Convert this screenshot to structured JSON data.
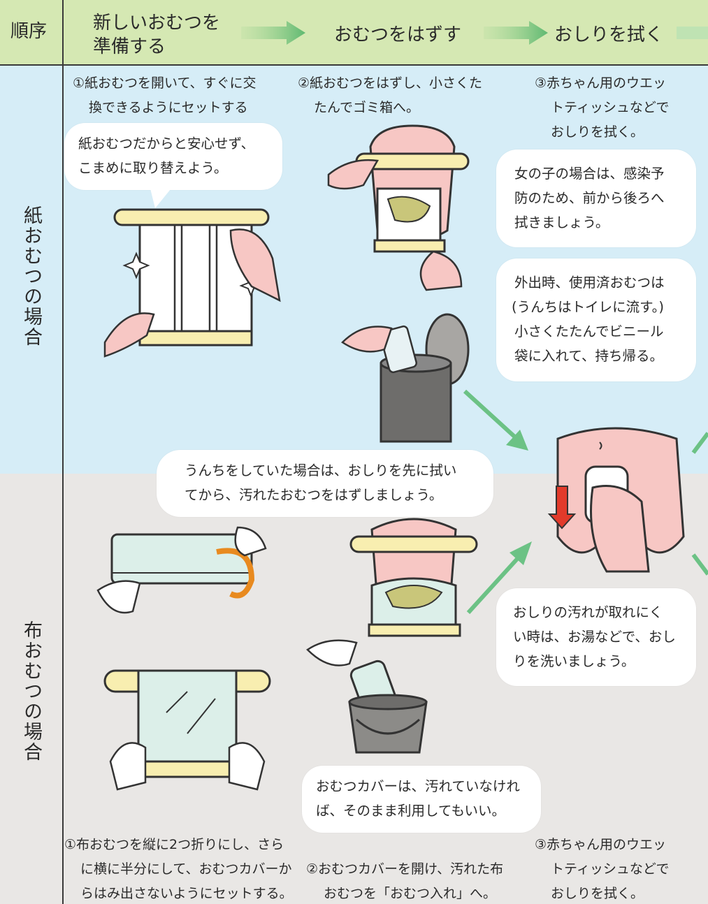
{
  "header": {
    "order_label": "順序",
    "step1_line1": "新しいおむつを",
    "step1_line2": "準備する",
    "step2": "おむつをはずす",
    "step3": "おしりを拭く"
  },
  "rows": {
    "paper_label": "紙おむつの場合",
    "cloth_label": "布おむつの場合"
  },
  "paper": {
    "caption1": [
      "①紙おむつを開いて、すぐに交",
      "換できるようにセットする"
    ],
    "caption2": [
      "②紙おむつをはずし、小さくた",
      "たんでゴミ箱へ。"
    ],
    "caption3": [
      "③赤ちゃん用のウエッ",
      "トティッシュなどで",
      "おしりを拭く。"
    ],
    "bubble_anshin": [
      "紙おむつだからと安心せず、",
      "こまめに取り替えよう。"
    ],
    "bubble_girl": [
      "女の子の場合は、感染予",
      "防のため、前から後ろへ",
      "拭きましょう。"
    ],
    "bubble_outing": [
      "外出時、使用済おむつは",
      "(うんちはトイレに流す。)",
      "小さくたたんでビニール",
      "袋に入れて、持ち帰る。"
    ]
  },
  "shared": {
    "bubble_unchi": [
      "うんちをしていた場合は、おしりを先に拭い",
      "てから、汚れたおむつをはずしましょう。"
    ],
    "bubble_oyu": [
      "おしりの汚れが取れにく",
      "い時は、お湯などで、おし",
      "りを洗いましょう。"
    ]
  },
  "cloth": {
    "bubble_cover": [
      "おむつカバーは、汚れていなけれ",
      "ば、そのまま利用してもいい。"
    ],
    "caption1": [
      "①布おむつを縦に2つ折りにし、さら",
      "に横に半分にして、おむつカバーか",
      "らはみ出さないようにセットする。"
    ],
    "caption2": [
      "②おむつカバーを開け、汚れた布",
      "おむつを「おむつ入れ」へ。"
    ],
    "caption3": [
      "③赤ちゃん用のウエッ",
      "トティッシュなどで",
      "おしりを拭く。"
    ]
  },
  "colors": {
    "header_bg": "#d5e8b3",
    "paper_bg": "#d6edf7",
    "cloth_bg": "#e9e7e5",
    "arrow_green": "#6cc285",
    "skin": "#f7c7c4",
    "diaper_tape": "#f8eeb0"
  }
}
